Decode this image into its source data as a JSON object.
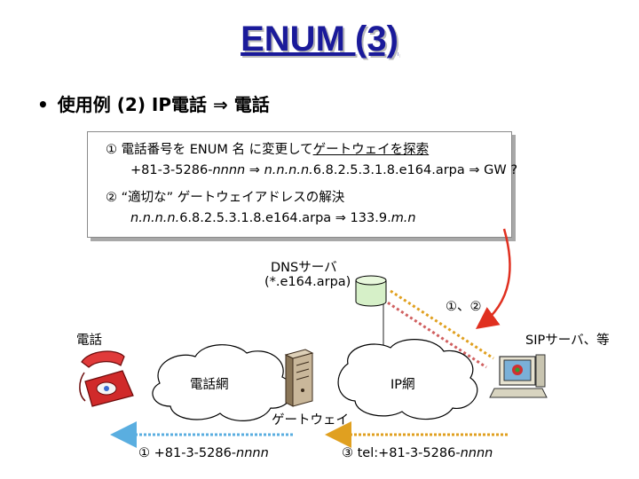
{
  "title": "ENUM (3)",
  "bullet": "使用例 (2) IP電話 ⇒ 電話",
  "box": {
    "line1_prefix": "① 電話番号を ENUM 名 に変更して",
    "line1_underlined": "ゲートウェイを探索",
    "line2_num": "+81-3-5286-",
    "line2_nnnn": "nnnn",
    "line2_arrow": " ⇒ ",
    "line2_nnn": "n.n.n.n.",
    "line2_rest": "6.8.2.5.3.1.8.e164.arpa ⇒ GW ?",
    "line3": "② “適切な” ゲートウェイアドレスの解決",
    "line4_nnn": "n.n.n.n.",
    "line4_mid": "6.8.2.5.3.1.8.e164.arpa ⇒ 133.9.",
    "line4_mn": "m.n"
  },
  "labels": {
    "dns_server": "DNSサーバ",
    "dns_zone": "(*.e164.arpa)",
    "steps_12": "①、②",
    "phone": "電話",
    "sip_server": "SIPサーバ、等",
    "phone_network": "電話網",
    "ip_network": "IP網",
    "gateway": "ゲートウェイ",
    "bottom_left_num": "①  +81-3-5286-",
    "bottom_left_nnnn": "nnnn",
    "bottom_right_num": "③  tel:+81-3-5286-",
    "bottom_right_nnnn": "nnnn"
  },
  "colors": {
    "title": "#1a1a9a",
    "dns_cylinder": "#d6f0c8",
    "red_arrow": "#e03020",
    "blue_arrow": "#5aaee0",
    "orange_arrow": "#e0a020",
    "gray_arrow": "#909090"
  },
  "icons": [
    "telephone-icon",
    "gateway-server-icon",
    "dns-database-icon",
    "sip-computer-icon",
    "cloud-icon"
  ]
}
